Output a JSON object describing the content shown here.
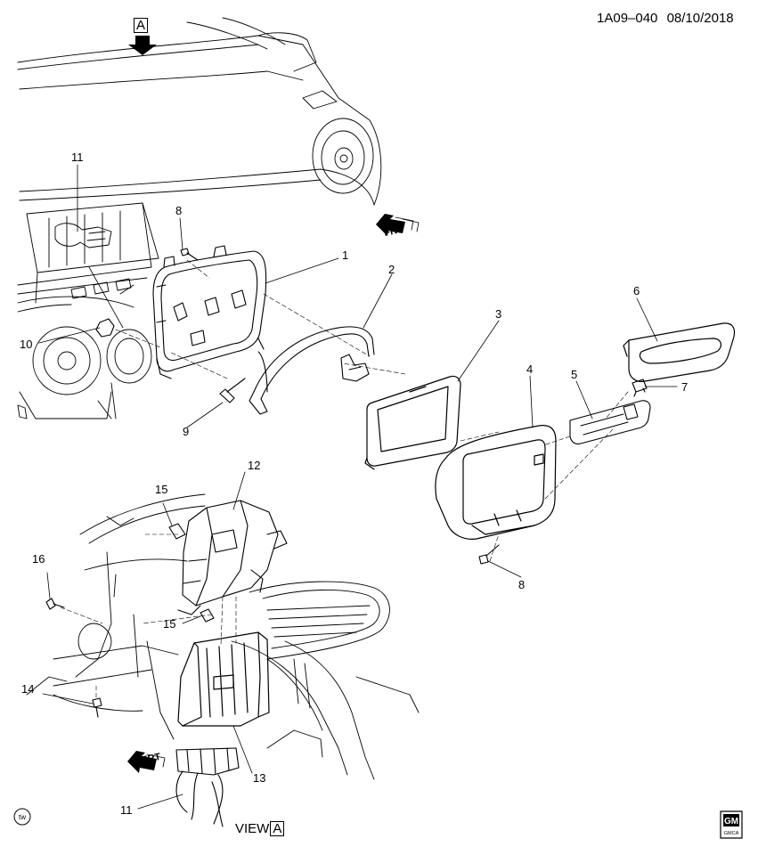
{
  "header": {
    "diagram_code": "1A09–040",
    "date": "08/10/2018",
    "view_marker": "A"
  },
  "footer": {
    "view_text": "VIEW",
    "view_letter": "A",
    "logo_top": "GM",
    "logo_bottom": "GMCA",
    "tw_badge": "tw"
  },
  "direction_labels": {
    "frt": "FRT"
  },
  "callouts": {
    "c1": "1",
    "c2": "2",
    "c3": "3",
    "c4": "4",
    "c5": "5",
    "c6": "6",
    "c7": "7",
    "c8a": "8",
    "c8b": "8",
    "c9": "9",
    "c10": "10",
    "c11a": "11",
    "c11b": "11",
    "c12": "12",
    "c13": "13",
    "c14": "14",
    "c15a": "15",
    "c15b": "15",
    "c16": "16"
  }
}
